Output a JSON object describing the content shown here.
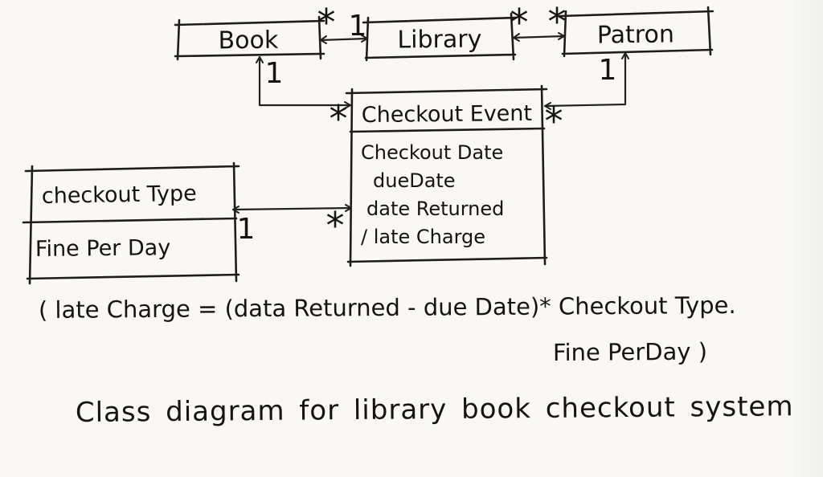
{
  "diagram": {
    "title_caption": "Class diagram for library book checkout system",
    "classes": [
      {
        "name": "Book",
        "attributes": []
      },
      {
        "name": "Library",
        "attributes": []
      },
      {
        "name": "Patron",
        "attributes": []
      },
      {
        "name": "Checkout Event",
        "attributes": [
          "Checkout Date",
          "dueDate",
          "date Returned",
          "/ late Charge"
        ]
      },
      {
        "name": "checkout Type",
        "attributes": [
          "Fine Per Day"
        ]
      }
    ],
    "associations": [
      {
        "from": "Book",
        "to": "Library",
        "from_mult": "*",
        "to_mult": "1"
      },
      {
        "from": "Library",
        "to": "Patron",
        "from_mult": "*",
        "to_mult": "*"
      },
      {
        "from": "Book",
        "to": "Checkout Event",
        "from_mult": "1",
        "to_mult": "*"
      },
      {
        "from": "Patron",
        "to": "Checkout Event",
        "from_mult": "1",
        "to_mult": "*"
      },
      {
        "from": "checkout Type",
        "to": "Checkout Event",
        "from_mult": "1",
        "to_mult": "*"
      }
    ],
    "constraint": {
      "line1": "( late Charge = (data Returned - due Date)* Checkout Type.",
      "line2": "Fine PerDay )"
    },
    "colors": {
      "ink": "#1f1d1b",
      "paper": "#f9f8f5"
    }
  }
}
